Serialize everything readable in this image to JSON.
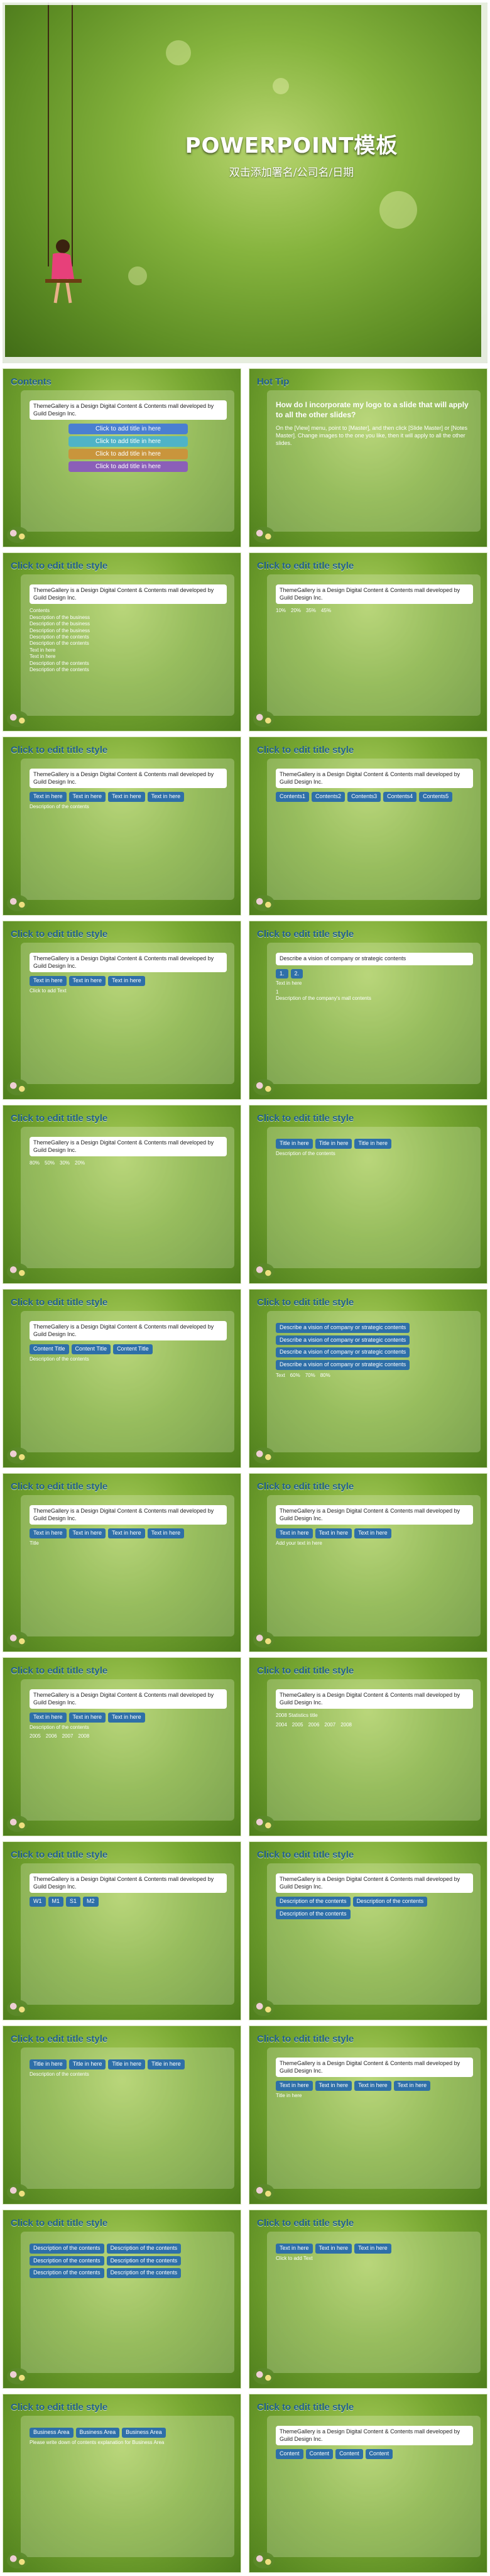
{
  "title_slide": {
    "title": "POWERPOINT模板",
    "subtitle": "双击添加署名/公司名/日期"
  },
  "slides": [
    {
      "title": "Contents",
      "body": "ThemeGallery is a Design Digital Content & Contents mall developed by Guild Design Inc.",
      "items": [
        "Click to add title in here",
        "Click to add title in here",
        "Click to add title in here",
        "Click to add title in here"
      ],
      "item_colors": [
        "#4a7fd1",
        "#4fb3c7",
        "#c9953c",
        "#8b5fb8"
      ]
    },
    {
      "title": "Hot Tip",
      "question": "How do I incorporate my logo to a slide that will apply to all the other slides?",
      "answer": "On the [View] menu, point to [Master], and then click [Slide Master] or [Notes Master]. Change images to the one you like, then it will apply to all the other slides."
    },
    {
      "title": "Click to edit title style",
      "body": "ThemeGallery is a Design Digital Content & Contents mall developed by Guild Design Inc.",
      "left_tag": "Text in here",
      "right_tag": "Text in here",
      "contents_label": "Contents",
      "left_items": [
        "Description of the business",
        "Description of the business",
        "Description of the business",
        "Description of the contents",
        "Description of the contents"
      ],
      "footer_left": "Description of the contents",
      "footer_right": "Description of the contents"
    },
    {
      "title": "Click to edit title style",
      "body": "ThemeGallery is a Design Digital Content & Contents mall developed by Guild Design Inc.",
      "bars": [
        "10%",
        "20%",
        "35%",
        "45%"
      ]
    },
    {
      "title": "Click to edit title style",
      "tags": [
        "Text in here",
        "Text in here",
        "Text in here",
        "Text in here"
      ],
      "center": "Description of the contents",
      "body": "ThemeGallery is a Design Digital Content & Contents mall developed by Guild Design Inc."
    },
    {
      "title": "Click to edit title style",
      "body": "ThemeGallery is a Design Digital Content & Contents mall developed by Guild Design Inc.",
      "rows": [
        "Contents1",
        "Contents2",
        "Contents3",
        "Contents4",
        "Contents5"
      ]
    },
    {
      "title": "Click to edit title style",
      "tags": [
        "Text in here",
        "Text in here",
        "Text in here"
      ],
      "center": "Click to add Text",
      "body": "ThemeGallery is a Design Digital Content & Contents mall developed by Guild Design Inc."
    },
    {
      "title": "Click to edit title style",
      "body": "Describe a vision of company or strategic contents",
      "tag": "Text in here",
      "steps": [
        "1.",
        "2."
      ],
      "step_text": "Description of the company's mall contents",
      "big_number": "1"
    },
    {
      "title": "Click to edit title style",
      "percents": [
        "80%",
        "50%",
        "30%",
        "20%"
      ],
      "body": "ThemeGallery is a Design Digital Content & Contents mall developed by Guild Design Inc."
    },
    {
      "title": "Click to edit title style",
      "center": "Description of the contents",
      "tags": [
        "Title in here",
        "Title in here",
        "Title in here"
      ]
    },
    {
      "title": "Click to edit title style",
      "body": "ThemeGallery is a Design Digital Content & Contents mall developed by Guild Design Inc.",
      "cylinders": [
        "Content Title",
        "Content Title",
        "Content Title"
      ],
      "desc": "Description of the contents"
    },
    {
      "title": "Click to edit title style",
      "rows": [
        "Describe a vision of company or strategic contents",
        "Describe a vision of company or strategic contents",
        "Describe a vision of company or strategic contents",
        "Describe a vision of company or strategic contents"
      ],
      "values": [
        "Text",
        "60%",
        "70%",
        "80%"
      ]
    },
    {
      "title": "Click to edit title style",
      "circles": [
        "Text in here",
        "Text in here",
        "Text in here",
        "Text in here"
      ],
      "label": "Title",
      "body": "ThemeGallery is a Design Digital Content & Contents mall developed by Guild Design Inc."
    },
    {
      "title": "Click to edit title style",
      "tags": [
        "Text in here",
        "Text in here",
        "Text in here"
      ],
      "body": "ThemeGallery is a Design Digital Content & Contents mall developed by Guild Design Inc.",
      "center": "Add your text in here"
    },
    {
      "title": "Click to edit title style",
      "body": "ThemeGallery is a Design Digital Content & Contents mall developed by Guild Design Inc.",
      "tags": [
        "Text in here",
        "Text in here",
        "Text in here"
      ],
      "years": [
        "2005",
        "2006",
        "2007",
        "2008"
      ],
      "desc": "Description of the contents"
    },
    {
      "title": "Click to edit title style",
      "body": "ThemeGallery is a Design Digital Content & Contents mall developed by Guild Design Inc.",
      "subtitle": "2008 Statistics title",
      "years": [
        "2004",
        "2005",
        "2006",
        "2007",
        "2008"
      ]
    },
    {
      "title": "Click to edit title style",
      "quadrants": [
        "W1",
        "M1",
        "S1",
        "M2"
      ],
      "body": "ThemeGallery is a Design Digital Content & Contents mall developed by Guild Design Inc."
    },
    {
      "title": "Click to edit title style",
      "labels": [
        "Description of the contents",
        "Description of the contents",
        "Description of the contents"
      ],
      "body": "ThemeGallery is a Design Digital Content & Contents mall developed by Guild Design Inc."
    },
    {
      "title": "Click to edit title style",
      "center": "Description of the contents",
      "items": [
        "Title in here",
        "Title in here",
        "Title in here",
        "Title in here"
      ]
    },
    {
      "title": "Click to edit title style",
      "body": "ThemeGallery is a Design Digital Content & Contents mall developed by Guild Design Inc.",
      "center": "Title in here",
      "items": [
        "Text in here",
        "Text in here",
        "Text in here",
        "Text in here"
      ]
    },
    {
      "title": "Click to edit title style",
      "items": [
        "Description of the contents",
        "Description of the contents",
        "Description of the contents",
        "Description of the contents",
        "Description of the contents",
        "Description of the contents"
      ]
    },
    {
      "title": "Click to edit title style",
      "tags": [
        "Text in here",
        "Text in here",
        "Text in here"
      ],
      "item": "Click to add Text"
    },
    {
      "title": "Click to edit title style",
      "labels": [
        "Business Area",
        "Business Area",
        "Business Area"
      ],
      "footer": "Please write down of contents explanation for Business Area"
    },
    {
      "title": "Click to edit title style",
      "tags": [
        "Content",
        "Content",
        "Content",
        "Content"
      ],
      "body": "ThemeGallery is a Design Digital Content & Contents mall developed by Guild Design Inc."
    }
  ]
}
